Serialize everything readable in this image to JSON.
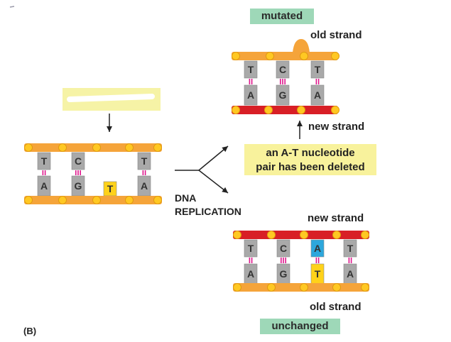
{
  "labels": {
    "mutated": "mutated",
    "unchanged": "unchanged",
    "old_strand_top": "old strand",
    "new_strand_top": "new strand",
    "new_strand_bottom": "new strand",
    "old_strand_bottom": "old strand",
    "deleted_note_line1": "an A-T nucleotide",
    "deleted_note_line2": "pair has been deleted",
    "replication_line1": "DNA",
    "replication_line2": "REPLICATION",
    "panel_caption": "(B)"
  },
  "original_helix": {
    "top_bases": [
      "T",
      "C",
      "T"
    ],
    "bottom_bases": [
      "A",
      "G",
      "A"
    ],
    "unpaired_base": "T"
  },
  "mutated_helix": {
    "top_bases": [
      "T",
      "C",
      "T"
    ],
    "bottom_bases": [
      "A",
      "G",
      "A"
    ]
  },
  "unchanged_helix": {
    "top_bases": [
      "T",
      "C",
      "A",
      "T"
    ],
    "bottom_bases": [
      "A",
      "G",
      "T",
      "A"
    ]
  },
  "colors": {
    "orange_strand": "#f5a43a",
    "red_strand": "#d81f26",
    "node_yellow": "#ffc823",
    "base_gray": "#a9a9a9",
    "base_yellow": "#ffd21a",
    "base_blue": "#2da7dc",
    "hbond_magenta": "#e0148c",
    "tag_green": "#9ed8b8",
    "note_yellow": "#f8f29c"
  }
}
